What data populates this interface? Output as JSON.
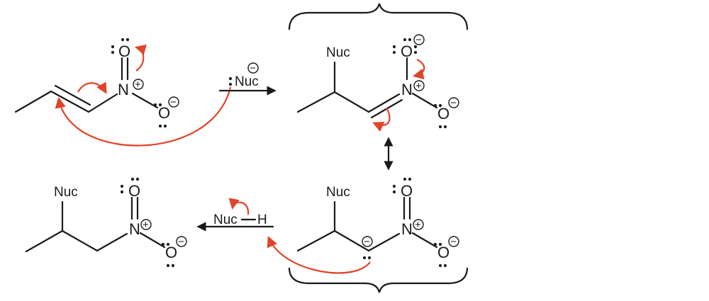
{
  "labels": {
    "nuc": "Nuc",
    "nitrogen": "N",
    "oxygen": "O",
    "hydrogen": "H",
    "plus": "+",
    "minus": "−"
  }
}
